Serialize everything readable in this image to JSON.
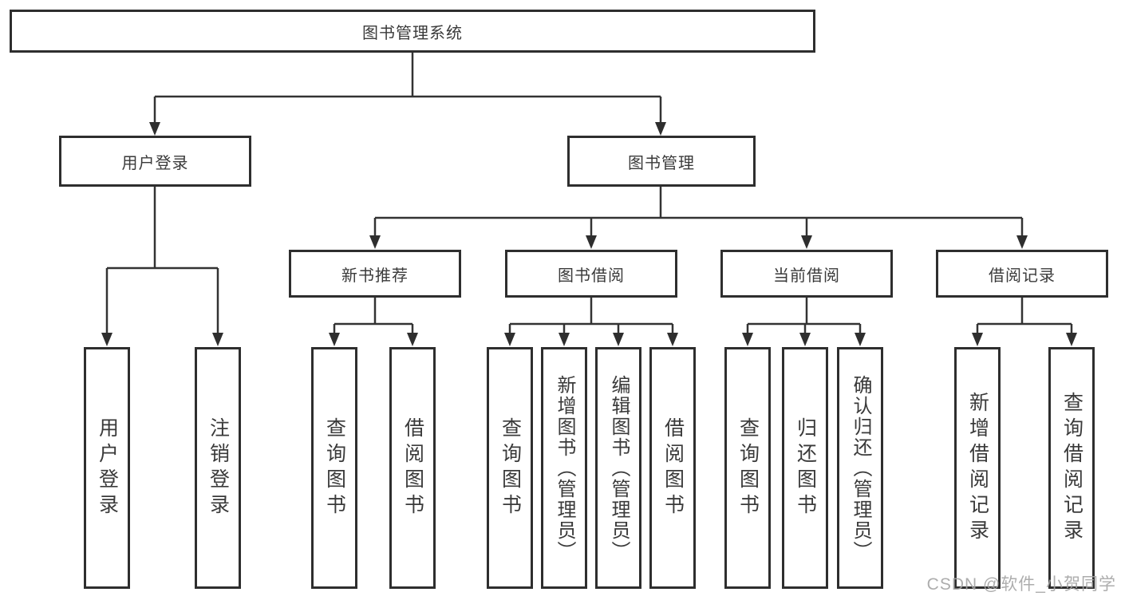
{
  "diagram": {
    "type": "hierarchy",
    "line_color": "#333333",
    "box_border_color": "#2e2e2e",
    "text_color": "#3a3a3a",
    "nodes": [
      {
        "id": "root",
        "label": "图书管理系统",
        "parent": null,
        "level": 1
      },
      {
        "id": "user-login",
        "label": "用户登录",
        "parent": "root",
        "level": 2
      },
      {
        "id": "book-mgmt",
        "label": "图书管理",
        "parent": "root",
        "level": 2
      },
      {
        "id": "login-user",
        "label": "用户登录",
        "parent": "user-login",
        "level": 3
      },
      {
        "id": "login-logout",
        "label": "注销登录",
        "parent": "user-login",
        "level": 3
      },
      {
        "id": "new-book-rec",
        "label": "新书推荐",
        "parent": "book-mgmt",
        "level": 3
      },
      {
        "id": "book-borrow",
        "label": "图书借阅",
        "parent": "book-mgmt",
        "level": 3
      },
      {
        "id": "current-borrow",
        "label": "当前借阅",
        "parent": "book-mgmt",
        "level": 3
      },
      {
        "id": "borrow-records",
        "label": "借阅记录",
        "parent": "book-mgmt",
        "level": 3
      },
      {
        "id": "rec-query",
        "label": "查询图书",
        "parent": "new-book-rec",
        "level": 4
      },
      {
        "id": "rec-borrow",
        "label": "借阅图书",
        "parent": "new-book-rec",
        "level": 4
      },
      {
        "id": "borrow-query",
        "label": "查询图书",
        "parent": "book-borrow",
        "level": 4
      },
      {
        "id": "borrow-add",
        "label": "新增图书（管理员）",
        "parent": "book-borrow",
        "level": 4
      },
      {
        "id": "borrow-edit",
        "label": "编辑图书（管理员）",
        "parent": "book-borrow",
        "level": 4
      },
      {
        "id": "borrow-borrow",
        "label": "借阅图书",
        "parent": "book-borrow",
        "level": 4
      },
      {
        "id": "cur-query",
        "label": "查询图书",
        "parent": "current-borrow",
        "level": 4
      },
      {
        "id": "cur-return",
        "label": "归还图书",
        "parent": "current-borrow",
        "level": 4
      },
      {
        "id": "cur-confirm",
        "label": "确认归还（管理员）",
        "parent": "current-borrow",
        "level": 4
      },
      {
        "id": "records-add",
        "label": "新增借阅记录",
        "parent": "borrow-records",
        "level": 4
      },
      {
        "id": "records-query",
        "label": "查询借阅记录",
        "parent": "borrow-records",
        "level": 4
      }
    ]
  },
  "watermark": {
    "text": "CSDN @软件_小贺同学",
    "color": "#a4a4a4"
  }
}
